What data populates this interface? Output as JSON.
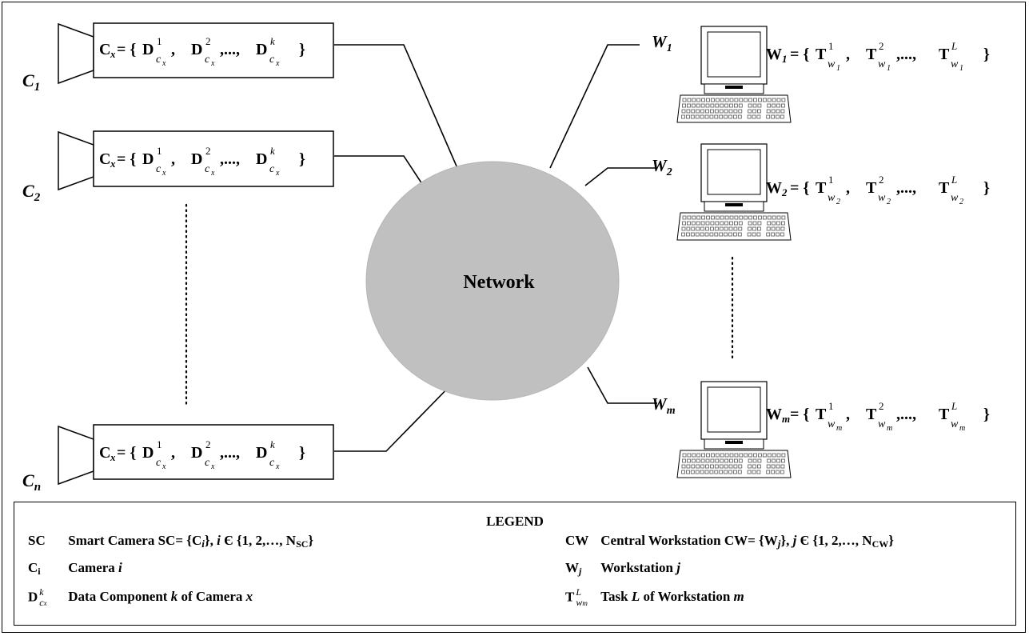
{
  "network": {
    "label": "Network"
  },
  "cameras": [
    {
      "id": "C1",
      "label_main": "C",
      "label_sub": "1",
      "set_text": "Cx= {D¹cx , D²cx ,..., Dᵏcx }"
    },
    {
      "id": "C2",
      "label_main": "C",
      "label_sub": "2",
      "set_text": "Cx= {D¹cx , D²cx ,..., Dᵏcx }"
    },
    {
      "id": "Cn",
      "label_main": "C",
      "label_sub": "n",
      "set_text": "Cx= {D¹cx , D²cx ,..., Dᵏcx }"
    }
  ],
  "workstations": [
    {
      "id": "W1",
      "label_main": "W",
      "label_sub": "1",
      "set_text": "W1= {T¹w1 , T²w1 ,..., Tᴸw1 }"
    },
    {
      "id": "W2",
      "label_main": "W",
      "label_sub": "2",
      "set_text": "W2= {T¹w2 , T²w2 ,..., Tᴸw2 }"
    },
    {
      "id": "Wm",
      "label_main": "W",
      "label_sub": "m",
      "set_text": "Wm= {T¹wm , T²wm ,..., Tᴸwm }"
    }
  ],
  "legend": {
    "title": "LEGEND",
    "left": [
      {
        "code": "SC",
        "desc": "Smart Camera SC= {Ci}, i Є {1, 2,…, NSC}"
      },
      {
        "code": "Ci",
        "desc": "Camera i"
      },
      {
        "code": "Dᵏcx",
        "desc": "Data Component k of Camera x"
      }
    ],
    "right": [
      {
        "code": "CW",
        "desc": "Central Workstation CW= {Wj}, j Є {1, 2,…, NCW}"
      },
      {
        "code": "Wj",
        "desc": "Workstation j"
      },
      {
        "code": "Tᴸwm",
        "desc": "Task L of Workstation m"
      }
    ]
  },
  "colors": {
    "network_fill": "#c0c0c0",
    "line": "#000000",
    "monitor_body": "#ffffff",
    "keyboard_keys": "#555555"
  }
}
